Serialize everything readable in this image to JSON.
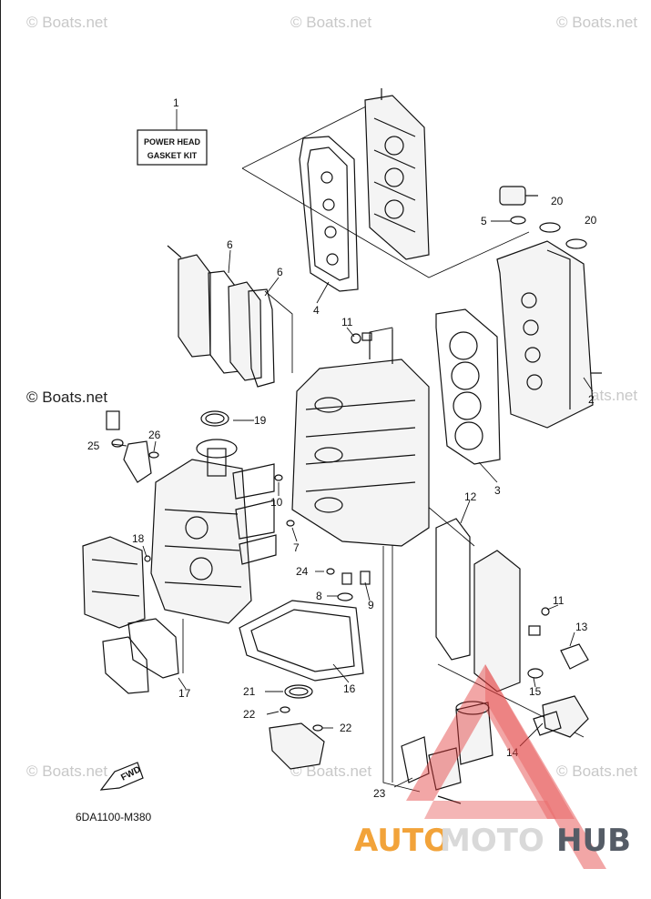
{
  "watermarks": {
    "copyright": "© Boats.net"
  },
  "kit_label": {
    "line1": "POWER HEAD",
    "line2": "GASKET KIT"
  },
  "diagram_code": "6DA1100-M380",
  "fwd_label": "FWD",
  "brand": {
    "part1": "AUTO",
    "part2": "MOTO",
    "part3": "HUB",
    "color_orange": "#f2a33a",
    "color_red": "#e23a3a",
    "color_dark": "#555c66"
  },
  "callouts": {
    "c1": "1",
    "c2": "2",
    "c3": "3",
    "c4": "4",
    "c5": "5",
    "c6a": "6",
    "c6b": "6",
    "c7": "7",
    "c8": "8",
    "c9": "9",
    "c10": "10",
    "c11a": "11",
    "c11b": "11",
    "c12": "12",
    "c13": "13",
    "c14": "14",
    "c15": "15",
    "c16": "16",
    "c17": "17",
    "c18": "18",
    "c19": "19",
    "c20a": "20",
    "c20b": "20",
    "c21": "21",
    "c22a": "22",
    "c22b": "22",
    "c23": "23",
    "c24": "24",
    "c25": "25",
    "c26": "26"
  }
}
